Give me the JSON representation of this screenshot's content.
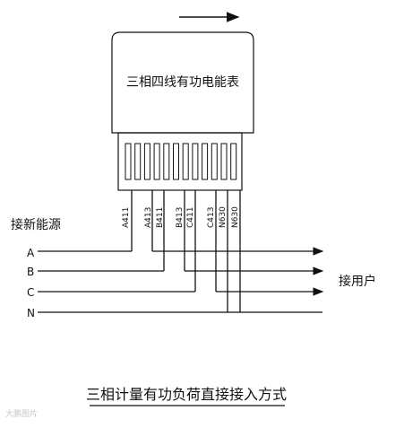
{
  "meter": {
    "title": "三相四线有功电能表",
    "terminal_count": 12
  },
  "source_label": "接新能源",
  "user_label": "接用户",
  "caption": "三相计量有功负荷直接接入方式",
  "watermark": "大鹏图片",
  "lines": [
    "A",
    "B",
    "C",
    "N"
  ],
  "terminal_labels": [
    "A411",
    "A413",
    "B411",
    "B413",
    "C411",
    "C413",
    "N630",
    "N630"
  ],
  "colors": {
    "ink": "#111111"
  }
}
